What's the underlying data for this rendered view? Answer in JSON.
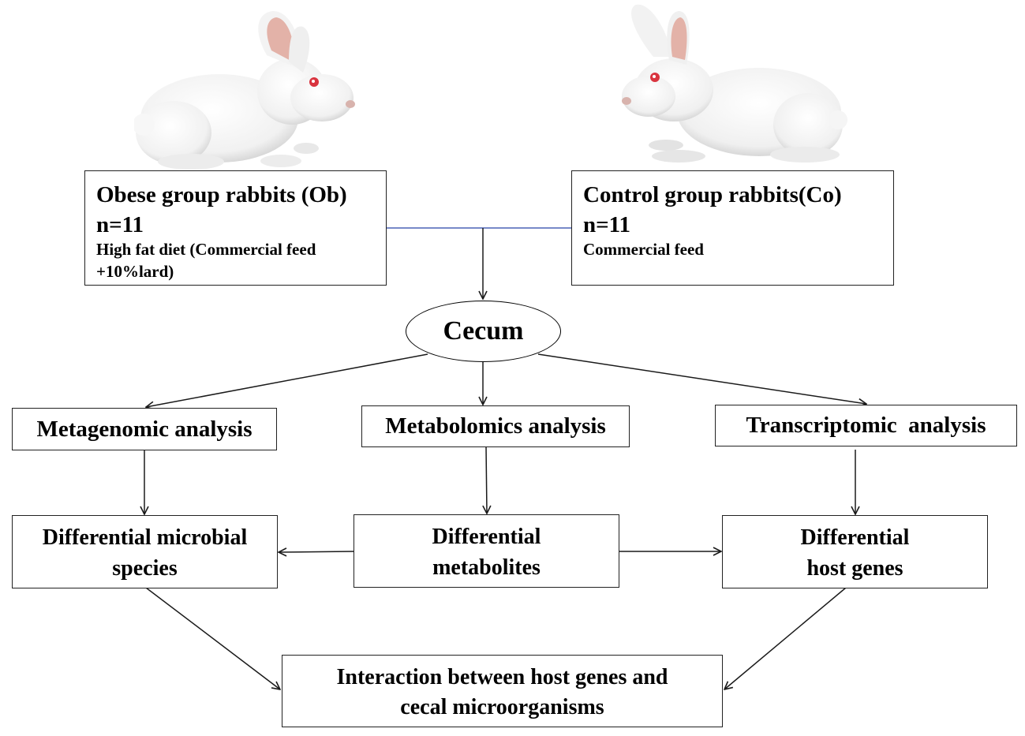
{
  "groups": {
    "obese": {
      "title": "Obese group rabbits (Ob)",
      "n": "n=11",
      "diet_line1": "High fat diet (Commercial feed",
      "diet_line2": "+10%lard)"
    },
    "control": {
      "title": "Control group rabbits(Co)",
      "n": "n=11",
      "diet": "Commercial feed"
    }
  },
  "center": {
    "label": "Cecum"
  },
  "analyses": {
    "metagenomic": "Metagenomic analysis",
    "metabolomics": "Metabolomics analysis",
    "transcriptomic": "Transcriptomic  analysis"
  },
  "results": {
    "microbial": {
      "line1": "Differential microbial",
      "line2": "species"
    },
    "metabolites": {
      "line1": "Differential",
      "line2": "metabolites"
    },
    "host_genes": {
      "line1": "Differential",
      "line2": "host genes"
    }
  },
  "interaction": {
    "line1": "Interaction between host genes and",
    "line2": "cecal microorganisms"
  },
  "colors": {
    "join_line": "#4a62b5",
    "arrow": "#1a1a1a",
    "rabbit_fur": "#f4f4f4",
    "rabbit_ear": "#e6b8b0",
    "rabbit_eye": "#d9343f"
  }
}
